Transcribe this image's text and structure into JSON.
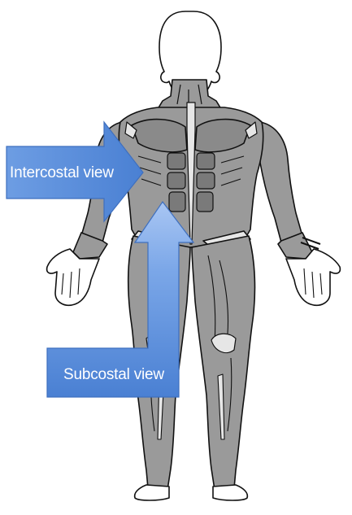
{
  "figure": {
    "labels": {
      "intercostal": "Intercostal view",
      "subcostal": "Subcostal view"
    },
    "colors": {
      "arrow_fill": "#5b8fdb",
      "arrow_fill_light": "#a9c6f3",
      "arrow_stroke": "#3e6fbf",
      "muscle_fill": "#9a9a9a",
      "muscle_dark": "#6e6e6e",
      "tendon_fill": "#e6e6e6",
      "outline": "#111111",
      "background": "#ffffff"
    },
    "icons": {
      "figure": "human-muscle-anatomy-figure",
      "intercostal_arrow": "arrow-right-icon",
      "subcostal_arrow": "arrow-up-icon"
    }
  }
}
